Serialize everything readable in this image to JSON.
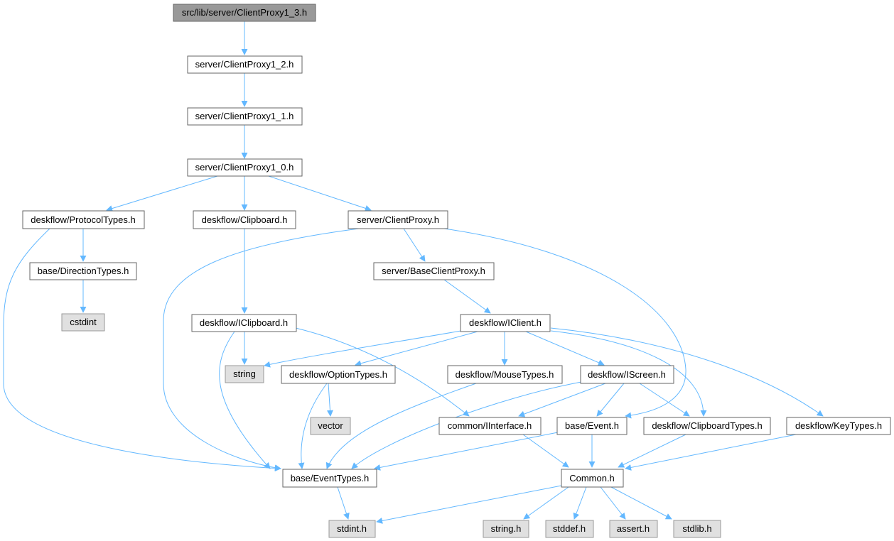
{
  "colors": {
    "edge": "#63b8ff",
    "root_fill": "#999999",
    "system_fill": "#e0e0e0",
    "node_border": "#666666"
  },
  "nodes": [
    {
      "id": "n_root",
      "label": "src/lib/server/ClientProxy1_3.h",
      "kind": "root"
    },
    {
      "id": "n_cp12",
      "label": "server/ClientProxy1_2.h",
      "kind": "file"
    },
    {
      "id": "n_cp11",
      "label": "server/ClientProxy1_1.h",
      "kind": "file"
    },
    {
      "id": "n_cp10",
      "label": "server/ClientProxy1_0.h",
      "kind": "file"
    },
    {
      "id": "n_proto",
      "label": "deskflow/ProtocolTypes.h",
      "kind": "file"
    },
    {
      "id": "n_clip",
      "label": "deskflow/Clipboard.h",
      "kind": "file"
    },
    {
      "id": "n_cp",
      "label": "server/ClientProxy.h",
      "kind": "file"
    },
    {
      "id": "n_dir",
      "label": "base/DirectionTypes.h",
      "kind": "file"
    },
    {
      "id": "n_bcp",
      "label": "server/BaseClientProxy.h",
      "kind": "file"
    },
    {
      "id": "n_cstdint",
      "label": "cstdint",
      "kind": "system"
    },
    {
      "id": "n_iclip",
      "label": "deskflow/IClipboard.h",
      "kind": "file"
    },
    {
      "id": "n_iclient",
      "label": "deskflow/IClient.h",
      "kind": "file"
    },
    {
      "id": "n_string",
      "label": "string",
      "kind": "system"
    },
    {
      "id": "n_opt",
      "label": "deskflow/OptionTypes.h",
      "kind": "file"
    },
    {
      "id": "n_mouse",
      "label": "deskflow/MouseTypes.h",
      "kind": "file"
    },
    {
      "id": "n_iscreen",
      "label": "deskflow/IScreen.h",
      "kind": "file"
    },
    {
      "id": "n_vector",
      "label": "vector",
      "kind": "system"
    },
    {
      "id": "n_iiface",
      "label": "common/IInterface.h",
      "kind": "file"
    },
    {
      "id": "n_event",
      "label": "base/Event.h",
      "kind": "file"
    },
    {
      "id": "n_cliptypes",
      "label": "deskflow/ClipboardTypes.h",
      "kind": "file"
    },
    {
      "id": "n_keytypes",
      "label": "deskflow/KeyTypes.h",
      "kind": "file"
    },
    {
      "id": "n_evtypes",
      "label": "base/EventTypes.h",
      "kind": "file"
    },
    {
      "id": "n_common",
      "label": "Common.h",
      "kind": "file"
    },
    {
      "id": "n_stdint",
      "label": "stdint.h",
      "kind": "system"
    },
    {
      "id": "n_stringh",
      "label": "string.h",
      "kind": "system"
    },
    {
      "id": "n_stddef",
      "label": "stddef.h",
      "kind": "system"
    },
    {
      "id": "n_assert",
      "label": "assert.h",
      "kind": "system"
    },
    {
      "id": "n_stdlib",
      "label": "stdlib.h",
      "kind": "system"
    }
  ]
}
